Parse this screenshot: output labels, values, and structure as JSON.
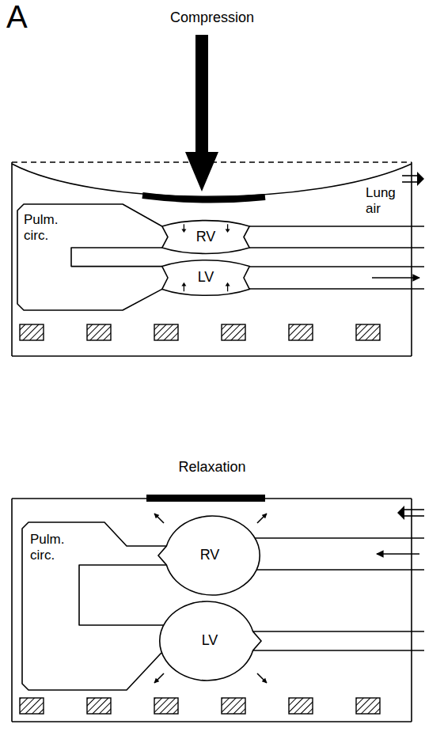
{
  "diagram": {
    "nodes": [
      {
        "text": [
          "RV"
        ]
      },
      {
        "text": [
          "LV"
        ]
      },
      {
        "text": [
          "RV"
        ]
      },
      {
        "text": [
          "LV"
        ]
      }
    ],
    "edges": [
      {
        "from": 0,
        "to": 1,
        "arrow": "none"
      },
      {
        "from": 2,
        "to": 3,
        "arrow": "none"
      }
    ],
    "labels": [
      "A",
      "Compression",
      "Pulm. circ.",
      "Lung air",
      "Relaxation",
      "Pulm. circ."
    ]
  }
}
